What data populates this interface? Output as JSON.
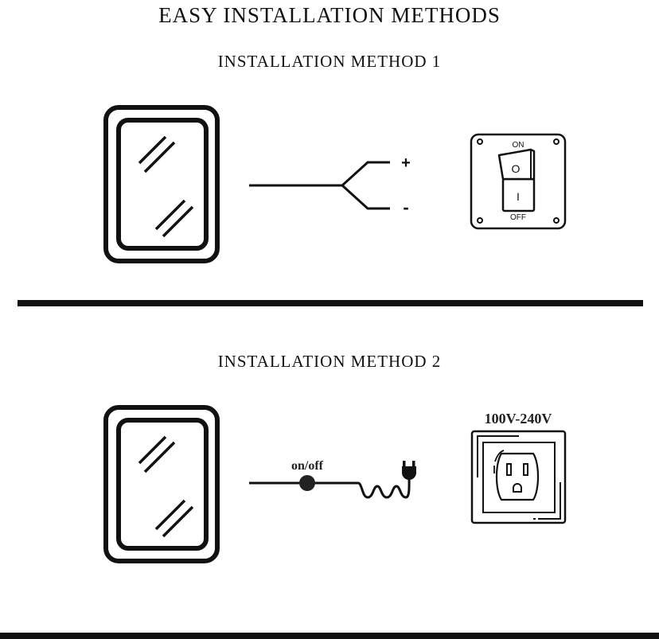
{
  "title": "EASY INSTALLATION METHODS",
  "method1": {
    "heading": "INSTALLATION METHOD 1",
    "plus_label": "+",
    "minus_label": "-",
    "switch_on_label": "ON",
    "switch_off_label": "OFF",
    "rocker_top_symbol": "O",
    "rocker_bottom_symbol": "I"
  },
  "method2": {
    "heading": "INSTALLATION METHOD 2",
    "switch_label": "on/off",
    "voltage_label": "100V-240V"
  },
  "colors": {
    "ink": "#111111",
    "background": "#ffffff"
  }
}
